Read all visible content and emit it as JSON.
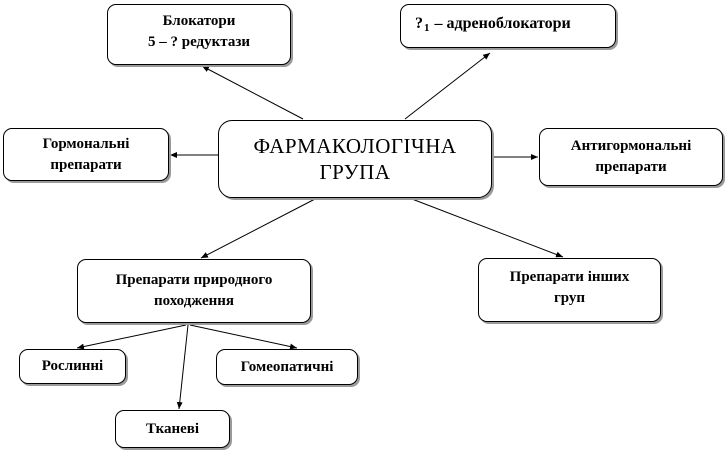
{
  "diagram": {
    "center": {
      "line1": "ФАРМАКОЛОГІЧНА",
      "line2": "ГРУПА"
    },
    "blockers": {
      "line1": "Блокатори",
      "line2": "5 – ? редуктази"
    },
    "alpha_blockers": {
      "q": "?",
      "sub": "1",
      "rest": " – адреноблокатори"
    },
    "hormonal": {
      "line1": "Гормональні",
      "line2": "препарати"
    },
    "antihormonal": {
      "line1": "Антигормональні",
      "line2": "препарати"
    },
    "natural": {
      "line1": "Препарати природного",
      "line2": "походження"
    },
    "other": {
      "line1": "Препарати інших",
      "line2": "груп"
    },
    "plant": "Рослинні",
    "homeopathic": "Гомеопатичні",
    "tissue": "Тканеві"
  }
}
